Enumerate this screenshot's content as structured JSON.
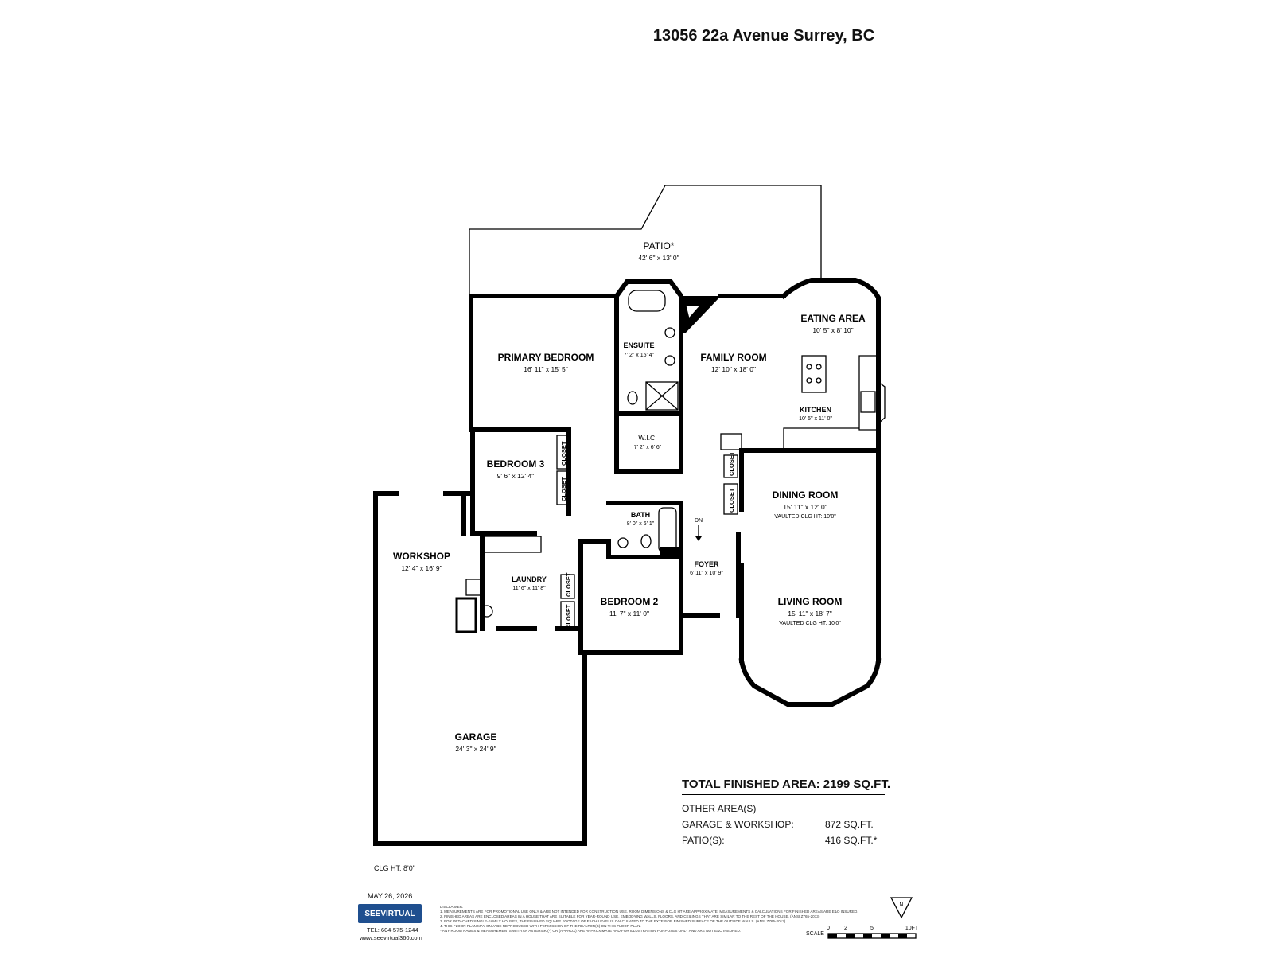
{
  "header": {
    "address": "13056 22a Avenue Surrey, BC"
  },
  "rooms": {
    "patio": {
      "name": "PATIO*",
      "dims": "42' 6\" x 13' 0\""
    },
    "eating_area": {
      "name": "EATING AREA",
      "dims": "10' 5\" x 8' 10\""
    },
    "ensuite": {
      "name": "ENSUITE",
      "dims": "7' 2\" x 15' 4\""
    },
    "primary_bedroom": {
      "name": "PRIMARY BEDROOM",
      "dims": "16' 11\" x 15' 5\""
    },
    "family_room": {
      "name": "FAMILY ROOM",
      "dims": "12' 10\" x 18' 0\""
    },
    "kitchen": {
      "name": "KITCHEN",
      "dims": "10' 5\" x 11' 0\""
    },
    "wic": {
      "name": "W.I.C.",
      "dims": "7' 2\" x 6' 6\""
    },
    "bedroom3": {
      "name": "BEDROOM 3",
      "dims": "9' 6\" x 12' 4\""
    },
    "dining_room": {
      "name": "DINING ROOM",
      "dims": "15' 11\" x 12' 0\"",
      "note": "VAULTED CLG HT:  10'0\""
    },
    "bath": {
      "name": "BATH",
      "dims": "8' 0\" x 6' 1\""
    },
    "workshop": {
      "name": "WORKSHOP",
      "dims": "12' 4\" x 16' 9\""
    },
    "foyer": {
      "name": "FOYER",
      "dims": "6' 11\" x 10' 9\""
    },
    "laundry": {
      "name": "LAUNDRY",
      "dims": "11' 6\" x 11' 8\""
    },
    "bedroom2": {
      "name": "BEDROOM 2",
      "dims": "11' 7\" x 11' 0\""
    },
    "living_room": {
      "name": "LIVING ROOM",
      "dims": "15' 11\" x 18' 7\"",
      "note": "VAULTED CLG HT:  10'0\""
    },
    "garage": {
      "name": "GARAGE",
      "dims": "24' 3\" x 24' 9\""
    }
  },
  "labels": {
    "closet": "CLOSET",
    "dn": "DN"
  },
  "areas": {
    "total_label": "TOTAL FINISHED AREA:",
    "total_value": "2199 SQ.FT.",
    "other_label": "OTHER AREA(S)",
    "garage_label": "GARAGE & WORKSHOP:",
    "garage_value": "872 SQ.FT.",
    "patio_label": "PATIO(S):",
    "patio_value": "416 SQ.FT.*"
  },
  "footer": {
    "clg_ht": "CLG HT: 8'0\"",
    "date": "MAY 26, 2026",
    "logo": "SEEVIRTUAL",
    "phone": "TEL: 604-575-1244",
    "website": "www.seevirtual360.com",
    "disclaimer_title": "DISCLAIMER:",
    "disclaimer_1": "1. MEASUREMENTS ARE FOR PROMOTIONAL USE ONLY & ARE NOT INTENDED FOR CONSTRUCTION USE. ROOM DIMENSIONS & CLG HT ARE APPROXIMATE. MEASUREMENTS & CALCULATIONS FOR FINISHED AREAS ARE E&O INSURED.",
    "disclaimer_2": "2. FINISHED AREAS ARE ENCLOSED AREAS IN A HOUSE THAT ARE SUITABLE FOR YEAR-ROUND USE, EMBODYING WALLS, FLOORS, AND CEILINGS THAT ARE SIMILAR TO THE REST OF THE HOUSE. (ANSI Z765-2013)",
    "disclaimer_3": "3. FOR DETACHED SINGLE-FAMILY HOUSES, THE FINISHED SQUARE FOOTAGE OF EACH LEVEL IS CALCULATED TO THE EXTERIOR FINISHED SURFACE OF THE OUTSIDE WALLS. (ANSI Z765-2013)",
    "disclaimer_4": "4. THIS FLOOR PLAN MAY ONLY BE REPRODUCED WITH PERMISSION OF THE REALTOR(S) ON THIS FLOOR PLAN.",
    "disclaimer_5": "* ANY ROOM NAMES & MEASUREMENTS WITH AN ASTERISK (*) OR (APPROX) ARE APPROXIMATE AND FOR ILLUSTRATION PURPOSES ONLY AND ARE NOT E&O INSURED.",
    "north": "N",
    "scale_label": "SCALE",
    "scale_ticks": [
      "0",
      "2",
      "5",
      "10FT"
    ]
  }
}
